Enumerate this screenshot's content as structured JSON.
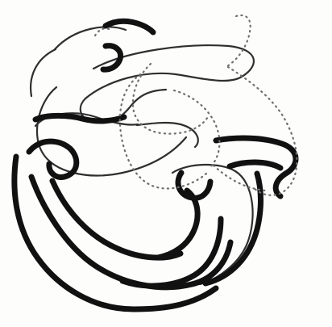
{
  "diagram": {
    "strand_styles": [
      "thick-solid",
      "thin-solid",
      "dotted"
    ],
    "colors": {
      "background": "#fdfdfc",
      "thick_stroke": "#111111",
      "thin_stroke": "#2f2f2f",
      "dotted_stroke": "#6f6f6f"
    }
  }
}
